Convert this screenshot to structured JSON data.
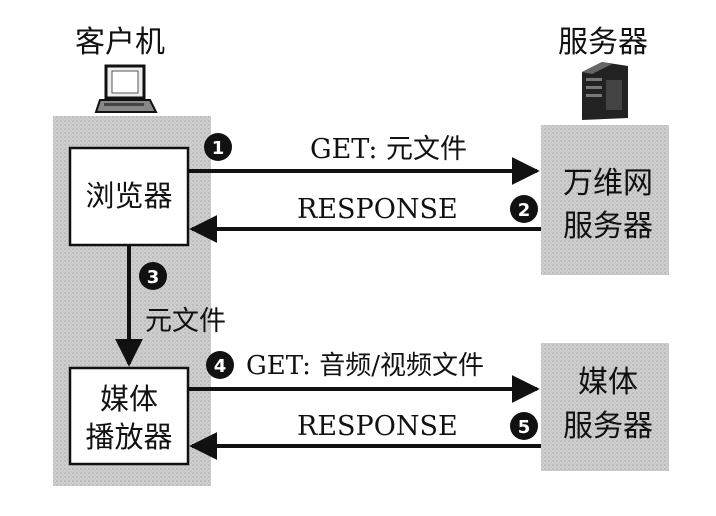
{
  "client": {
    "title": "客户机"
  },
  "server": {
    "title": "服务器"
  },
  "browser": {
    "label": "浏览器"
  },
  "web_server": {
    "line1": "万维网",
    "line2": "服务器"
  },
  "media_player": {
    "line1": "媒体",
    "line2": "播放器"
  },
  "media_server": {
    "line1": "媒体",
    "line2": "服务器"
  },
  "steps": [
    {
      "num": "1",
      "text": "GET: 元文件"
    },
    {
      "num": "2",
      "text": "RESPONSE"
    },
    {
      "num": "3",
      "text": "元文件"
    },
    {
      "num": "4",
      "text": "GET: 音频/视频文件"
    },
    {
      "num": "5",
      "text": "RESPONSE"
    }
  ],
  "colors": {
    "panel": "#c8c8c8",
    "box": "#ffffff",
    "line": "#111111"
  }
}
